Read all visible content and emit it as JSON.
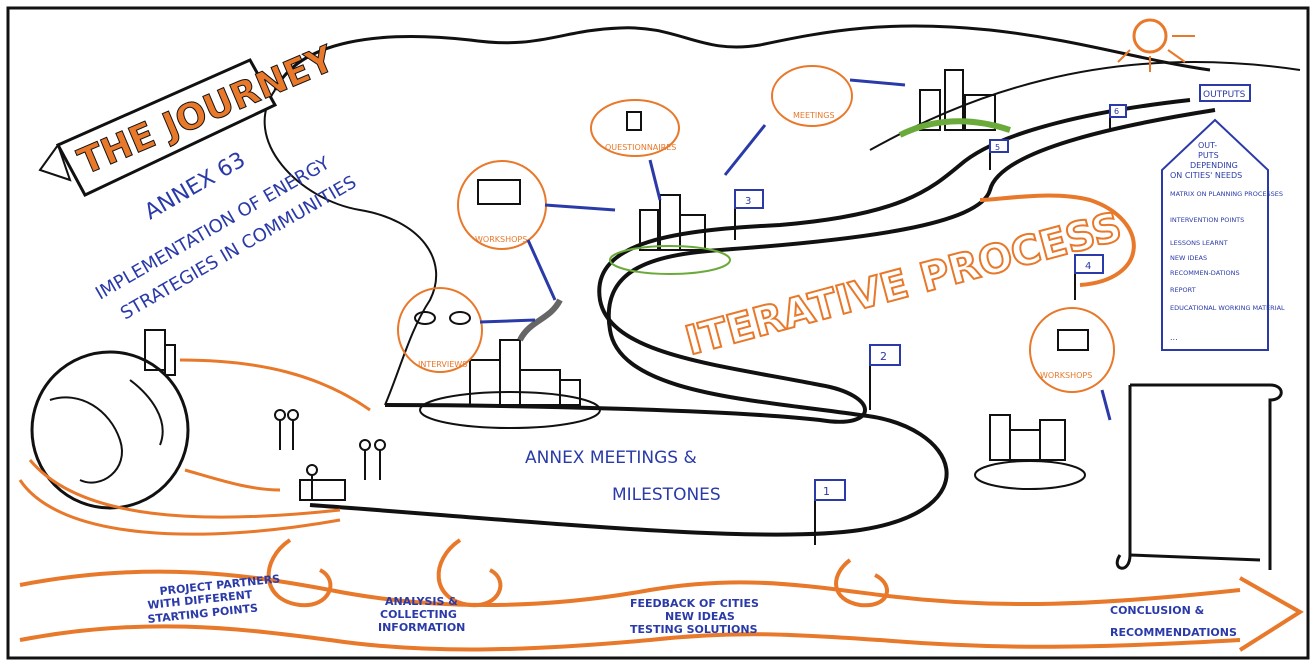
{
  "title": {
    "banner": "THE JOURNEY",
    "annex": "ANNEX 63",
    "subtitle_line1": "IMPLEMENTATION OF ENERGY",
    "subtitle_line2": "STRATEGIES IN COMMUNITIES"
  },
  "road": {
    "milestones_line1": "ANNEX MEETINGS &",
    "milestones_line2": "MILESTONES",
    "iterative_process": "ITERATIVE PROCESS",
    "flags": [
      "1",
      "2",
      "3",
      "4",
      "5",
      "6"
    ]
  },
  "activities": {
    "meetings": "MEETINGS",
    "questionnaires": "QUESTIONNAIRES",
    "workshops_left": "WORKSHOPS",
    "workshops_right": "WORKSHOPS",
    "interviews": "INTERVIEWS",
    "outputs": "OUTPUTS"
  },
  "outputs_panel": {
    "header_line1": "OUT-",
    "header_line2": "PUTS",
    "header_line3": "DEPENDING",
    "header_line4": "ON CITIES' NEEDS",
    "items": [
      "MATRIX ON PLANNING PROCESSES",
      "INTERVENTION POINTS",
      "LESSONS LEARNT",
      "NEW IDEAS",
      "RECOMMEN-DATIONS",
      "REPORT",
      "EDUCATIONAL WORKING MATERIAL",
      "..."
    ]
  },
  "bottom_bar": {
    "stage1_line1": "PROJECT PARTNERS",
    "stage1_line2": "WITH DIFFERENT",
    "stage1_line3": "STARTING POINTS",
    "stage2_line1": "ANALYSIS &",
    "stage2_line2": "COLLECTING",
    "stage2_line3": "INFORMATION",
    "stage3_line1": "FEEDBACK OF CITIES",
    "stage3_line2": "NEW IDEAS",
    "stage3_line3": "TESTING SOLUTIONS",
    "stage4_line1": "CONCLUSION &",
    "stage4_line2": "RECOMMENDATIONS"
  },
  "colors": {
    "orange": "#e8782a",
    "blue": "#2a3aa8",
    "green": "#6aaa3a",
    "ink": "#111111"
  }
}
